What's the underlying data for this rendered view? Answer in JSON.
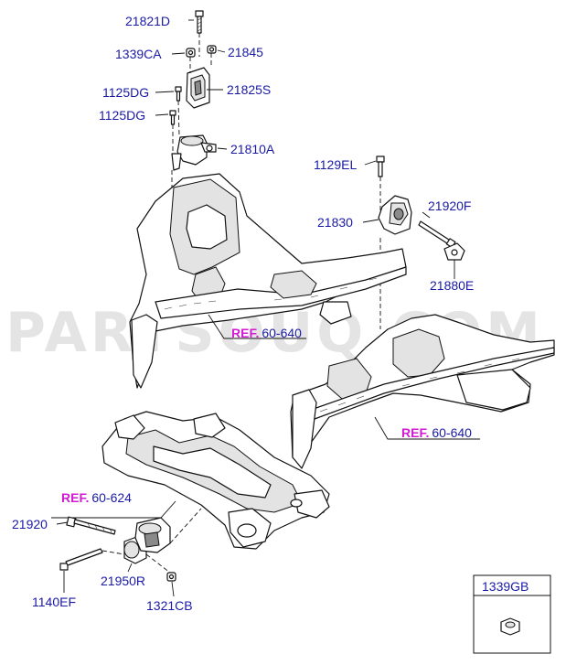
{
  "watermark": "PARTSOUQ.COM",
  "labels": {
    "p21821D": "21821D",
    "p1339CA": "1339CA",
    "p21845": "21845",
    "p1125DG_a": "1125DG",
    "p21825S": "21825S",
    "p1125DG_b": "1125DG",
    "p21810A": "21810A",
    "p1129EL": "1129EL",
    "p21920F": "21920F",
    "p21830": "21830",
    "p21880E": "21880E",
    "p21920": "21920",
    "p21950R": "21950R",
    "p1140EF": "1140EF",
    "p1321CB": "1321CB",
    "p1339GB": "1339GB"
  },
  "refs": {
    "keyword": "REF.",
    "r1": "60-640",
    "r2": "60-640",
    "r3": "60-624"
  },
  "colors": {
    "label": "#1a1aa6",
    "ref_keyword": "#d21ad2",
    "line": "#111111"
  }
}
